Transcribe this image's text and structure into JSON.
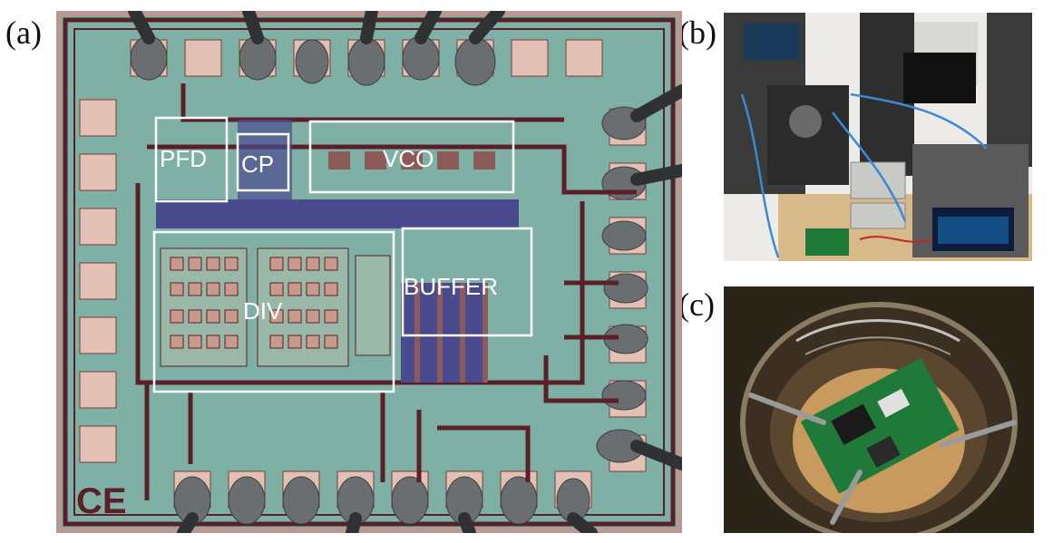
{
  "panels": {
    "a": {
      "label": "(a)",
      "regions": [
        "PFD",
        "CP",
        "VCO",
        "DIV",
        "BUFFER"
      ],
      "logo_text": "CE"
    },
    "b": {
      "label": "(b)"
    },
    "c": {
      "label": "(c)"
    }
  },
  "colors": {
    "die_background": "#7fb0a6",
    "pad": "#e2c0b4",
    "metal_trace": "#5b1f2a",
    "cap_array": "#4a4a8e",
    "region_box": "#ffffff",
    "pcb_green": "#1f7a3a"
  }
}
